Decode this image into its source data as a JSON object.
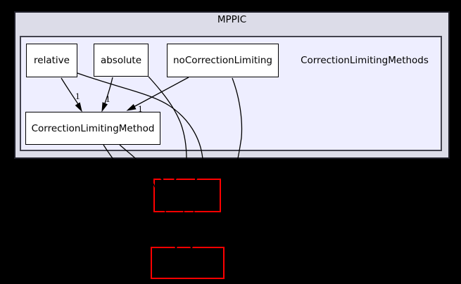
{
  "diagram": {
    "type": "directory-dependency-graph",
    "outer_cluster": {
      "label": "MPPIC"
    },
    "inner_cluster": {
      "label": "CorrectionLimitingMethods"
    },
    "nodes": [
      {
        "label": "relative"
      },
      {
        "label": "absolute"
      },
      {
        "label": "noCorrectionLimiting"
      },
      {
        "label": "CorrectionLimitingMethod"
      }
    ],
    "external_nodes_count": 2,
    "edges": [
      {
        "from": "relative",
        "to": "CorrectionLimitingMethod",
        "label": "1"
      },
      {
        "from": "absolute",
        "to": "CorrectionLimitingMethod",
        "label": "1"
      },
      {
        "from": "noCorrectionLimiting",
        "to": "CorrectionLimitingMethod",
        "label": "1"
      },
      {
        "from": "relative",
        "to": "external-node-1",
        "label": ""
      },
      {
        "from": "absolute",
        "to": "external-node-1",
        "label": ""
      },
      {
        "from": "noCorrectionLimiting",
        "to": "external-node-2",
        "label": ""
      },
      {
        "from": "CorrectionLimitingMethod",
        "to": "external-node-1",
        "label": ""
      },
      {
        "from": "CorrectionLimitingMethod",
        "to": "external-node-2",
        "label": ""
      },
      {
        "from": "external-node-1",
        "to": "external-node-2",
        "label": ""
      }
    ],
    "colors": {
      "background": "#000000",
      "outer_cluster_fill": "#dcdce8",
      "inner_cluster_fill": "#eeeeff",
      "node_fill": "#ffffff",
      "node_border": "#000000",
      "edge": "#000000",
      "external_node_border": "#ff0000"
    }
  }
}
